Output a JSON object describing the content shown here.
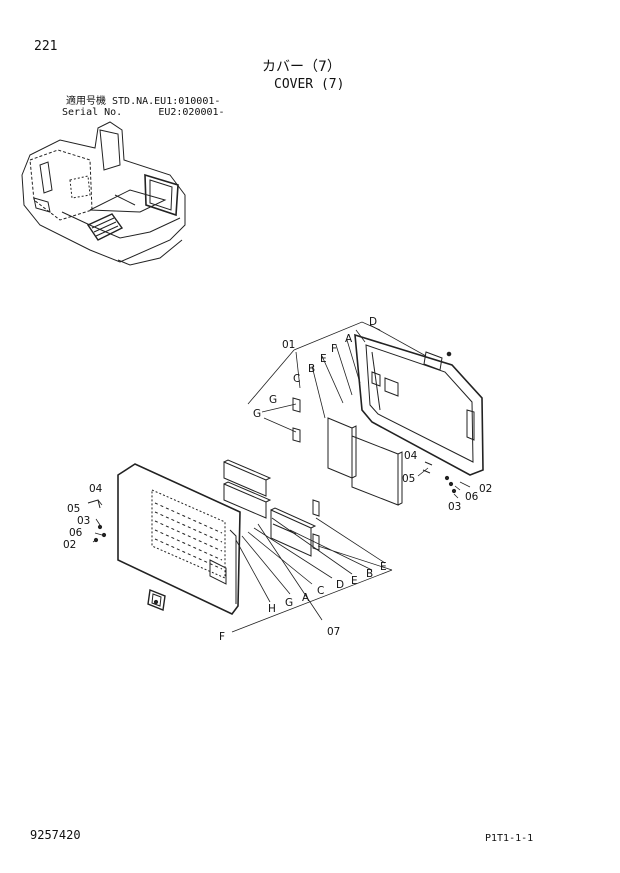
{
  "header": {
    "page_number": "221",
    "title_jp": "カバー（7）",
    "title_en": "COVER (7)",
    "serial_line1": "適用号機 STD.NA.EU1:010001-",
    "serial_line2": "Serial No.      EU2:020001-"
  },
  "footer": {
    "document_id": "9257420",
    "page_ref": "P1T1-1-1"
  },
  "callouts": {
    "c01": "01",
    "c02a": "02",
    "c03a": "03",
    "c04a": "04",
    "c05a": "05",
    "c06a": "06",
    "c02b": "02",
    "c03b": "03",
    "c04b": "04",
    "c05b": "05",
    "c06b": "06",
    "c07": "07",
    "A1": "A",
    "B1": "B",
    "C1": "C",
    "D1": "D",
    "E1": "E",
    "F1": "F",
    "G1": "G",
    "G2": "G",
    "A2": "A",
    "B2": "B",
    "C2": "C",
    "D2": "D",
    "E2": "E",
    "E3": "E",
    "F2": "F",
    "G3": "G",
    "H1": "H"
  }
}
